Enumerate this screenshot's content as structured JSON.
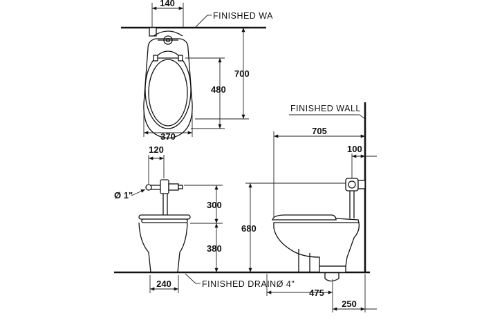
{
  "labels": {
    "finished_wall_top": "FINISHED  WA",
    "finished_wall_side": "FINISHED  WALL",
    "finished_drain": "FINISHED DRAINØ 4\"",
    "pipe_diameter": "Ø 1\""
  },
  "dimensions": {
    "top_width": "140",
    "top_seat_length": "480",
    "top_depth": "700",
    "top_overall_width": "370",
    "front_flush_offset": "120",
    "front_valve_height": "300",
    "front_rim_height": "380",
    "front_base_width": "240",
    "side_projection": "705",
    "side_wall_offset": "100",
    "side_valve_height": "680",
    "side_drain_offset": "475",
    "side_drain_to_wall": "250"
  },
  "colors": {
    "line": "#111111",
    "background": "#ffffff"
  }
}
